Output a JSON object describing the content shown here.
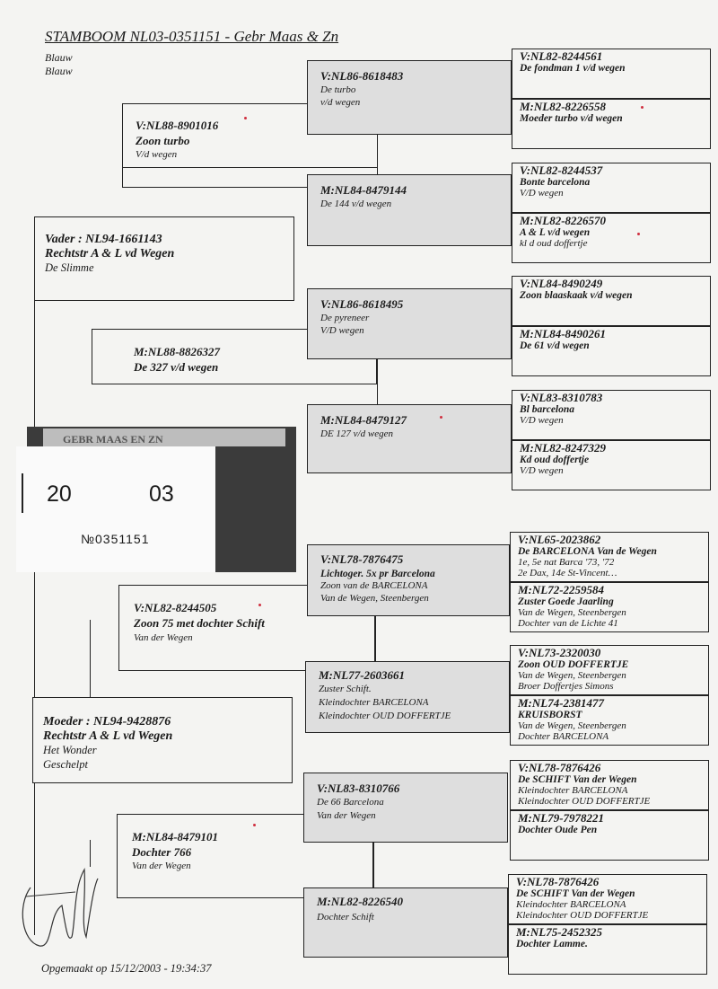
{
  "title": "STAMBOOM  NL03-0351151 - Gebr Maas & Zn",
  "color1": "Blauw",
  "color2": "Blauw",
  "bird": {
    "father": {
      "ring": "Vader : NL94-1661143",
      "line1": "Rechtstr A & L vd Wegen",
      "line2": "De Slimme"
    },
    "mother": {
      "ring": "Moeder : NL94-9428876",
      "line1": "Rechtstr A & L vd Wegen",
      "line2": "Het Wonder",
      "line3": "Geschelpt"
    }
  },
  "gp": [
    {
      "ring": "V:NL88-8901016",
      "name": "Zoon turbo",
      "sub": "V/d wegen"
    },
    {
      "ring": "M:NL88-8826327",
      "name": "De 327 v/d wegen",
      "sub": ""
    },
    {
      "ring": "V:NL82-8244505",
      "name": "Zoon 75 met dochter Schift",
      "sub": "Van der Wegen"
    },
    {
      "ring": "M:NL84-8479101",
      "name": "Dochter 766",
      "sub": "Van der Wegen"
    }
  ],
  "ggp": [
    {
      "ring": "V:NL86-8618483",
      "l1": "De turbo",
      "l2": "v/d wegen",
      "l3": ""
    },
    {
      "ring": "M:NL84-8479144",
      "l1": "De 144 v/d wegen",
      "l2": "",
      "l3": ""
    },
    {
      "ring": "V:NL86-8618495",
      "l1": "De pyreneer",
      "l2": "V/D wegen",
      "l3": ""
    },
    {
      "ring": "M:NL84-8479127",
      "l1": "DE 127 v/d wegen",
      "l2": "",
      "l3": ""
    },
    {
      "ring": "V:NL78-7876475",
      "l1": "Lichtoger. 5x pr Barcelona",
      "l2": "Zoon van de BARCELONA",
      "l3": "Van de Wegen, Steenbergen"
    },
    {
      "ring": "M:NL77-2603661",
      "l1": "Zuster Schift.",
      "l2": "Kleindochter BARCELONA",
      "l3": "Kleindochter OUD DOFFERTJE"
    },
    {
      "ring": "V:NL83-8310766",
      "l1": "De 66 Barcelona",
      "l2": "Van der Wegen",
      "l3": ""
    },
    {
      "ring": "M:NL82-8226540",
      "l1": "Dochter Schift",
      "l2": "",
      "l3": ""
    }
  ],
  "gggp": [
    {
      "ring": "V:NL82-8244561",
      "l1": "De fondman 1 v/d wegen",
      "l2": "",
      "l3": ""
    },
    {
      "ring": "M:NL82-8226558",
      "l1": "Moeder turbo v/d wegen",
      "l2": "",
      "l3": ""
    },
    {
      "ring": "V:NL82-8244537",
      "l1": "Bonte barcelona",
      "l2": "V/D wegen",
      "l3": ""
    },
    {
      "ring": "M:NL82-8226570",
      "l1": "A & L v/d wegen",
      "l2": "kl d oud doffertje",
      "l3": ""
    },
    {
      "ring": "V:NL84-8490249",
      "l1": "Zoon blaaskaak v/d wegen",
      "l2": "",
      "l3": ""
    },
    {
      "ring": "M:NL84-8490261",
      "l1": "De 61 v/d wegen",
      "l2": "",
      "l3": ""
    },
    {
      "ring": "V:NL83-8310783",
      "l1": "Bl barcelona",
      "l2": "V/D wegen",
      "l3": ""
    },
    {
      "ring": "M:NL82-8247329",
      "l1": "Kd oud doffertje",
      "l2": "V/D wegen",
      "l3": ""
    },
    {
      "ring": "V:NL65-2023862",
      "l1": "De BARCELONA Van de Wegen",
      "l2": "1e, 5e nat Barca '73, '72",
      "l3": "2e Dax, 14e St-Vincent…"
    },
    {
      "ring": "M:NL72-2259584",
      "l1": "Zuster Goede Jaarling",
      "l2": "Van de Wegen, Steenbergen",
      "l3": "Dochter van de Lichte 41"
    },
    {
      "ring": "V:NL73-2320030",
      "l1": "Zoon OUD DOFFERTJE",
      "l2": "Van de Wegen, Steenbergen",
      "l3": "Broer Doffertjes Simons"
    },
    {
      "ring": "M:NL74-2381477",
      "l1": "KRUISBORST",
      "l2": "Van de Wegen, Steenbergen",
      "l3": "Dochter BARCELONA"
    },
    {
      "ring": "V:NL78-7876426",
      "l1": "De SCHIFT Van der Wegen",
      "l2": "Kleindochter BARCELONA",
      "l3": "Kleindochter OUD DOFFERTJE"
    },
    {
      "ring": "M:NL79-7978221",
      "l1": "Dochter Oude Pen",
      "l2": "",
      "l3": ""
    },
    {
      "ring": "V:NL78-7876426",
      "l1": "De SCHIFT Van der Wegen",
      "l2": "Kleindochter BARCELONA",
      "l3": "Kleindochter OUD DOFFERTJE"
    },
    {
      "ring": "M:NL75-2452325",
      "l1": "Dochter Lamme.",
      "l2": "",
      "l3": ""
    }
  ],
  "stamp": {
    "partial": "GEBR  MAAS EN ZN",
    "year1": "20",
    "year2": "03",
    "number": "№0351151"
  },
  "footer": "Opgemaakt op 15/12/2003 - 19:34:37"
}
